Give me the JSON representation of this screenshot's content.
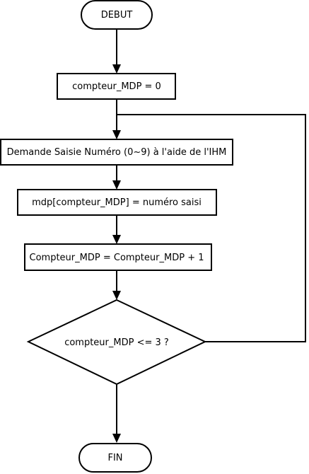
{
  "flowchart": {
    "nodes": {
      "start": "DEBUT",
      "init": "compteur_MDP = 0",
      "prompt": "Demande Saisie Numéro (0~9) à l'aide de l'IHM",
      "store": "mdp[compteur_MDP] = numéro saisi",
      "increment": "Compteur_MDP = Compteur_MDP + 1",
      "decision": "compteur_MDP <= 3 ?",
      "end": "FIN"
    }
  }
}
